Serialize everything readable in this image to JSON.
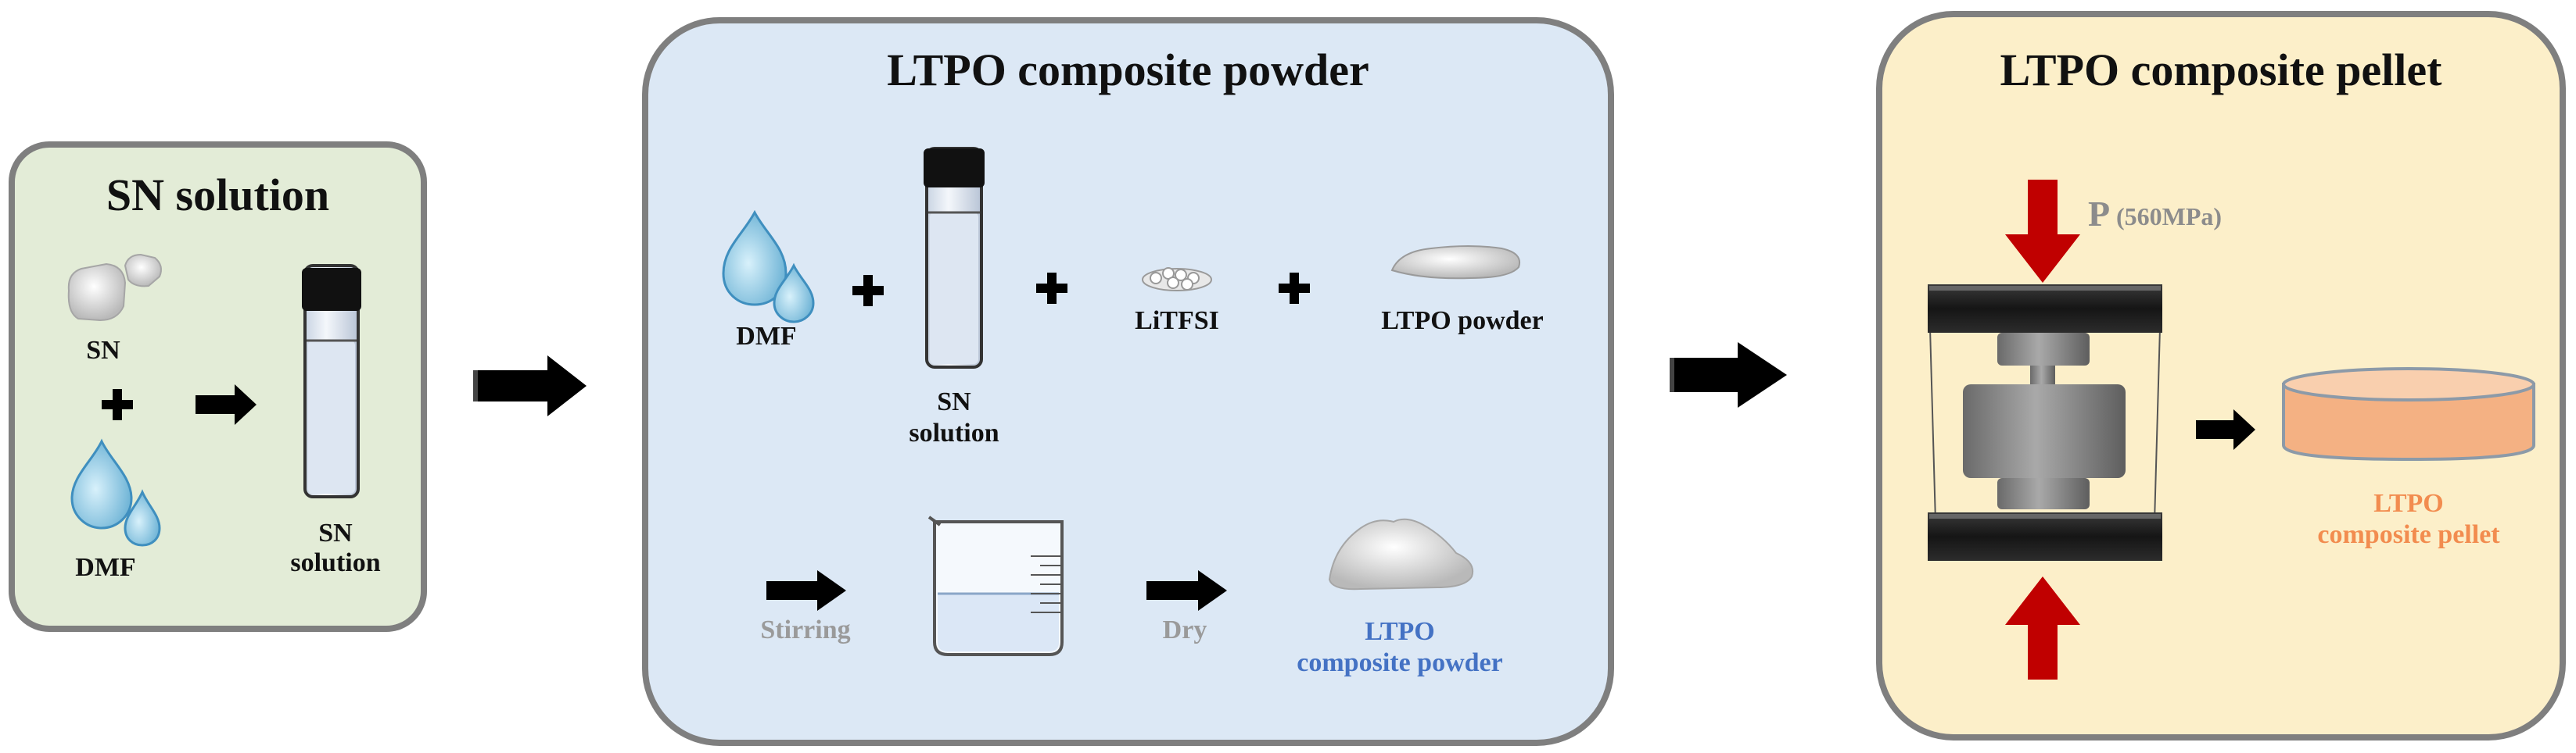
{
  "panels": {
    "sn_solution": {
      "title": "SN solution",
      "bg_color": "#e3ecd7",
      "labels": {
        "sn": "SN",
        "dmf": "DMF",
        "vial_line1": "SN",
        "vial_line2": "solution"
      }
    },
    "composite_powder": {
      "title": "LTPO composite powder",
      "bg_color": "#dce8f5",
      "labels": {
        "dmf": "DMF",
        "vial_line1": "SN",
        "vial_line2": "solution",
        "litfsi": "LiTFSI",
        "ltpo_powder": "LTPO  powder",
        "stirring": "Stirring",
        "dry": "Dry",
        "result_line1": "LTPO",
        "result_line2": "composite powder"
      }
    },
    "composite_pellet": {
      "title": "LTPO composite pellet",
      "bg_color": "#fcefc9",
      "labels": {
        "pressure_p": "P",
        "pressure_value": "(560MPa)",
        "result_line1": "LTPO",
        "result_line2": "composite pellet"
      }
    }
  },
  "colors": {
    "panel_border": "#7f7f7f",
    "arrow": "#000000",
    "press_arrow": "#c00000",
    "pellet": "#f4b183",
    "accent_blue": "#4472c4",
    "accent_orange": "#f28c4f"
  },
  "icons": [
    "powder-icon",
    "droplet-icon",
    "vial-icon",
    "plus-icon",
    "arrow-icon",
    "beaker-icon",
    "press-icon",
    "pellet-icon"
  ]
}
